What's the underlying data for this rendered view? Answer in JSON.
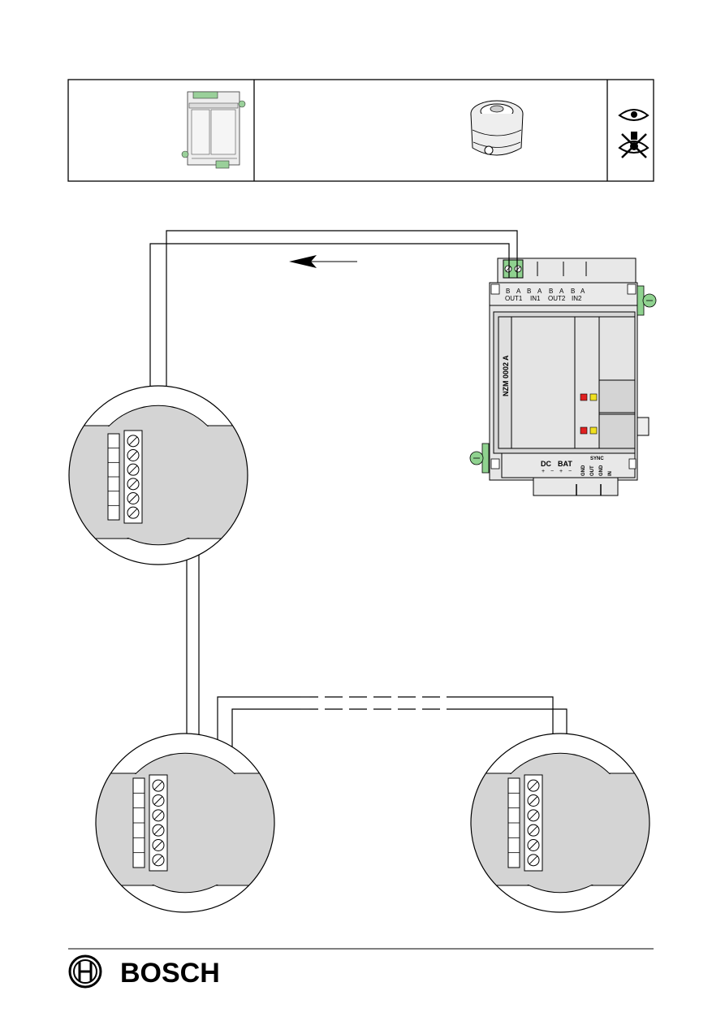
{
  "module_labels": {
    "terminal_pair": [
      "B",
      "A",
      "B",
      "A",
      "B",
      "A",
      "B",
      "A"
    ],
    "ports": [
      "OUT1",
      "IN1",
      "OUT2",
      "IN2"
    ],
    "model": "NZM 0002 A",
    "dc": "DC",
    "bat": "BAT",
    "plus": "+",
    "minus": "−",
    "gnd": "GND",
    "out": "OUT",
    "sync": "SYNC",
    "in": "IN"
  },
  "brand": {
    "name": "BOSCH"
  },
  "colors": {
    "line": "#000000",
    "detector_fill": "#d4d4d4",
    "terminal_green": "#8fd28f",
    "led_red": "#e02020",
    "led_yellow": "#f0e020",
    "module_body": "#e6e6e6"
  },
  "icons": [
    "eye-icon",
    "no-view-icon",
    "bosch-logo-icon",
    "direction-arrow-icon"
  ]
}
